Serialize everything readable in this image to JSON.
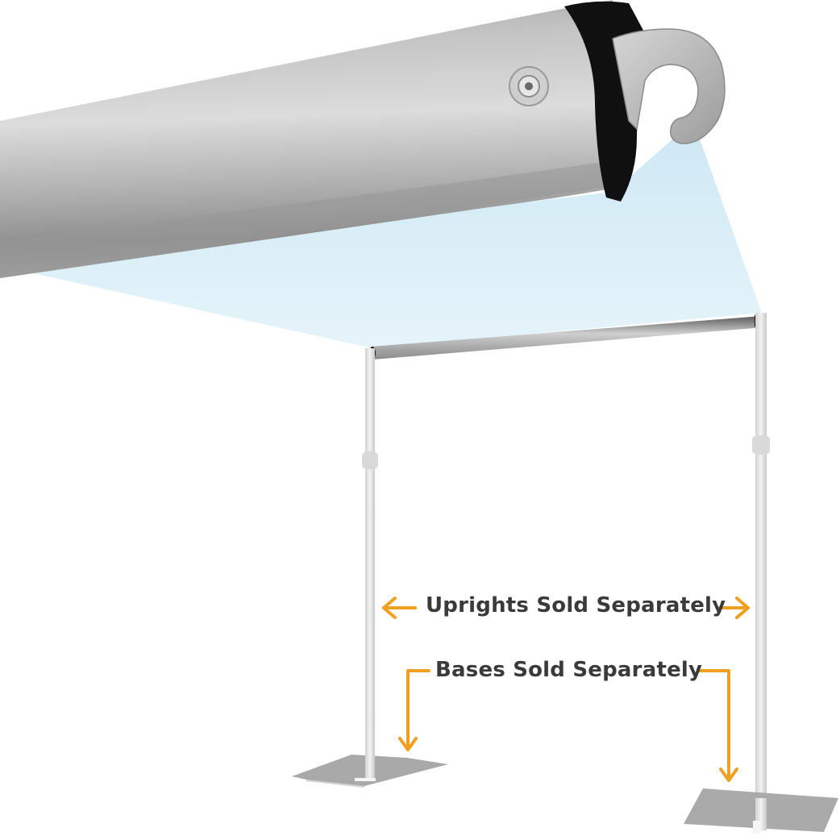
{
  "image": {
    "subject": "pipe and drape crossbar with hook end",
    "colors": {
      "accent_arrow": "#f0a020",
      "text": "#3a3a3c",
      "projection_blue": "#d4ecf6",
      "pipe_silver": "#c8c8c8",
      "base_gray": "#a9a9a9",
      "upright_gray": "#e0e0e0"
    }
  },
  "annotations": {
    "uprights": "Uprights Sold Separately",
    "bases": "Bases Sold Separately"
  },
  "icons": {
    "left_arrow": "arrow-left-icon",
    "right_arrow": "arrow-right-icon",
    "down_arrow_left": "arrow-down-icon",
    "down_arrow_right": "arrow-down-icon"
  }
}
